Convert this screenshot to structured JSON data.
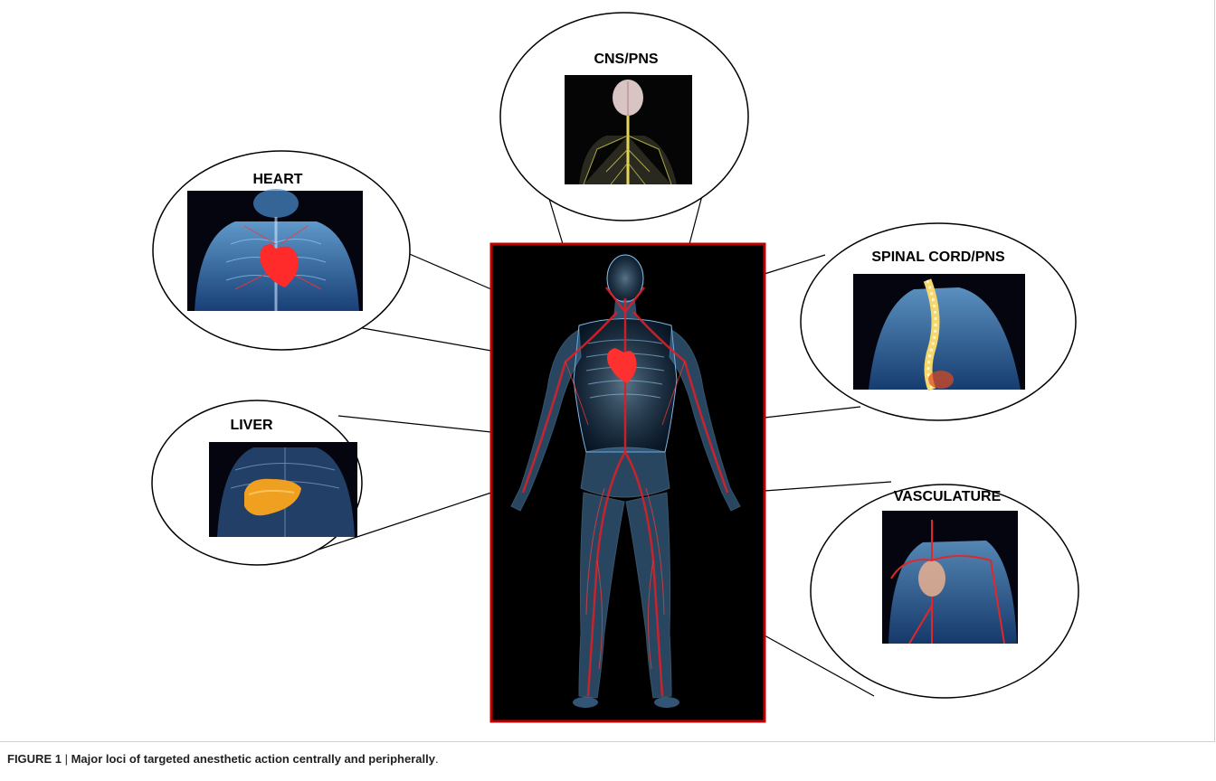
{
  "figure": {
    "caption_prefix": "FIGURE 1",
    "caption_separator": " | ",
    "caption_text": "Major loci of targeted anesthetic action centrally and peripherally",
    "caption_end": "."
  },
  "callouts": [
    {
      "id": "cns",
      "label": "CNS/PNS",
      "icon": "brain-nervous-system-image"
    },
    {
      "id": "heart",
      "label": "HEART",
      "icon": "heart-chest-image"
    },
    {
      "id": "spinal",
      "label": "SPINAL CORD/PNS",
      "icon": "spine-image"
    },
    {
      "id": "liver",
      "label": "LIVER",
      "icon": "liver-abdomen-image"
    },
    {
      "id": "vasculature",
      "label": "VASCULATURE",
      "icon": "vascular-image"
    }
  ],
  "central_image": {
    "icon": "full-body-circulatory-image",
    "border_color": "#c00000"
  },
  "colors": {
    "body_blue": "#5b9bd5",
    "vessel_red": "#d8202a",
    "spine_yellow": "#f5d76e",
    "liver_orange": "#e8a020"
  }
}
